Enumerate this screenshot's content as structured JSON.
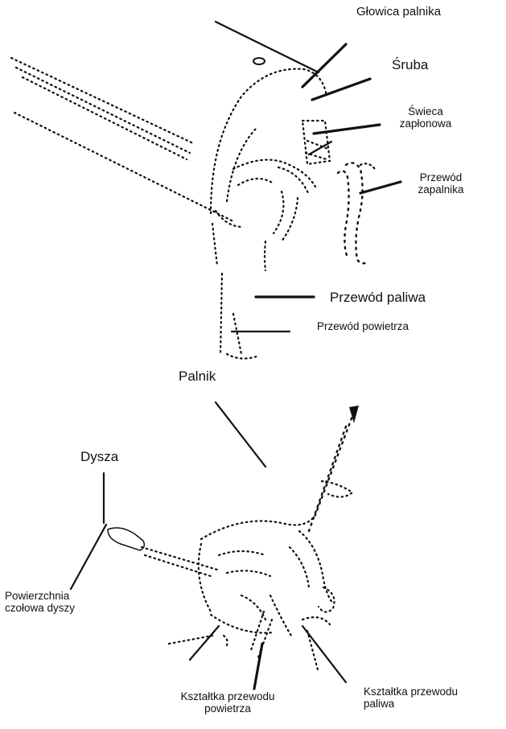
{
  "labels": {
    "glowica": "Głowica palnika",
    "sruba": "Śruba",
    "swieca_1": "Świeca",
    "swieca_2": "zapłonowa",
    "przewod_zapalnika_1": "Przewód",
    "przewod_zapalnika_2": "zapalnika",
    "przewod_paliwa": "Przewód paliwa",
    "przewod_powietrza": "Przewód powietrza",
    "palnik": "Palnik",
    "dysza": "Dysza",
    "powierzchnia_1": "Powierzchnia",
    "powierzchnia_2": "czołowa dyszy",
    "ksztaltka_powietrza_1": "Kształtka przewodu",
    "ksztaltka_powietrza_2": "powietrza",
    "ksztaltka_paliwa_1": "Kształtka przewodu",
    "ksztaltka_paliwa_2": "paliwa"
  },
  "colors": {
    "ink": "#111111",
    "background": "#ffffff"
  }
}
